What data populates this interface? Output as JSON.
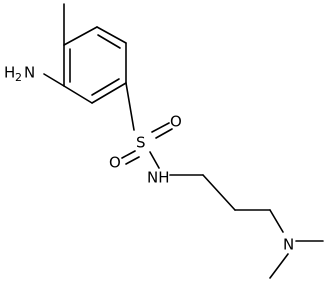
{
  "structure": {
    "atoms": {
      "nh2": {
        "main": "H",
        "sub": "2",
        "tail": "N"
      },
      "sulfur": "S",
      "oxygen_top": "O",
      "oxygen_bottom": "O",
      "nh": "NH",
      "n_dimethyl": "N"
    },
    "colors": {
      "bond": "#000000",
      "text": "#000000",
      "background": "#ffffff"
    }
  }
}
